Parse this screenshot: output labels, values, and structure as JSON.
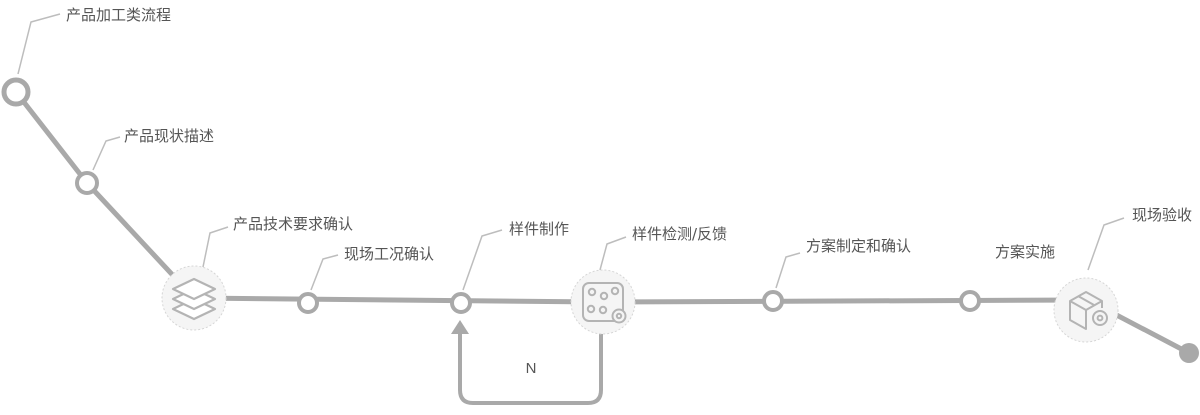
{
  "diagram": {
    "colors": {
      "line": "#a9a9a9",
      "leader": "#bdbdbd",
      "node_stroke": "#a9a9a9",
      "icon": "#b4b4b4",
      "badge_fill": "#f5f5f5",
      "end_dot": "#a9a9a9",
      "text": "#555555"
    },
    "steps": [
      {
        "id": "s1",
        "label": "产品加工类流程"
      },
      {
        "id": "s2",
        "label": "产品现状描述"
      },
      {
        "id": "s3",
        "label": "产品技术要求确认",
        "icon": "layers-icon"
      },
      {
        "id": "s4",
        "label": "现场工况确认"
      },
      {
        "id": "s5",
        "label": "样件制作"
      },
      {
        "id": "s6",
        "label": "样件检测/反馈",
        "icon": "sample-inspection-icon"
      },
      {
        "id": "s7",
        "label": "方案制定和确认"
      },
      {
        "id": "s8",
        "label": "方案实施"
      },
      {
        "id": "s9",
        "label": "现场验收",
        "icon": "box-gear-icon"
      }
    ],
    "loop": {
      "label": "N",
      "from": "s6",
      "to": "s5"
    }
  }
}
